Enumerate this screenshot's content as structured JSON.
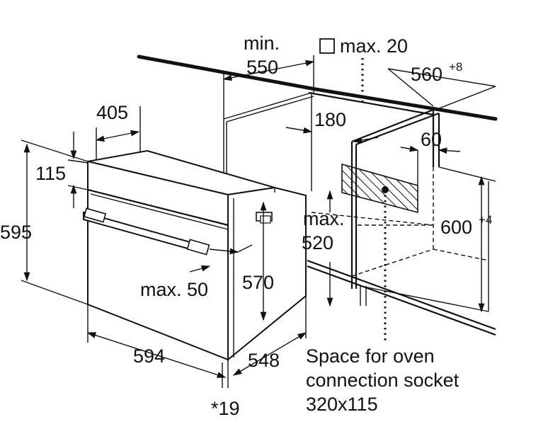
{
  "dimensions": {
    "min_label": "min.",
    "d550": "550",
    "max20": "max. 20",
    "d560": "560",
    "d560_tol": "+8",
    "d405": "405",
    "d115": "115",
    "d595": "595",
    "d180": "180",
    "d60": "60",
    "max_label": "max.",
    "d520": "520",
    "d600": "600",
    "d600_tol": "+4",
    "max50": "max. 50",
    "d570": "570",
    "d594": "594",
    "d548": "548",
    "d19": "*19"
  },
  "note": {
    "line1": "Space for oven",
    "line2": "connection socket",
    "line3": "320x115"
  }
}
